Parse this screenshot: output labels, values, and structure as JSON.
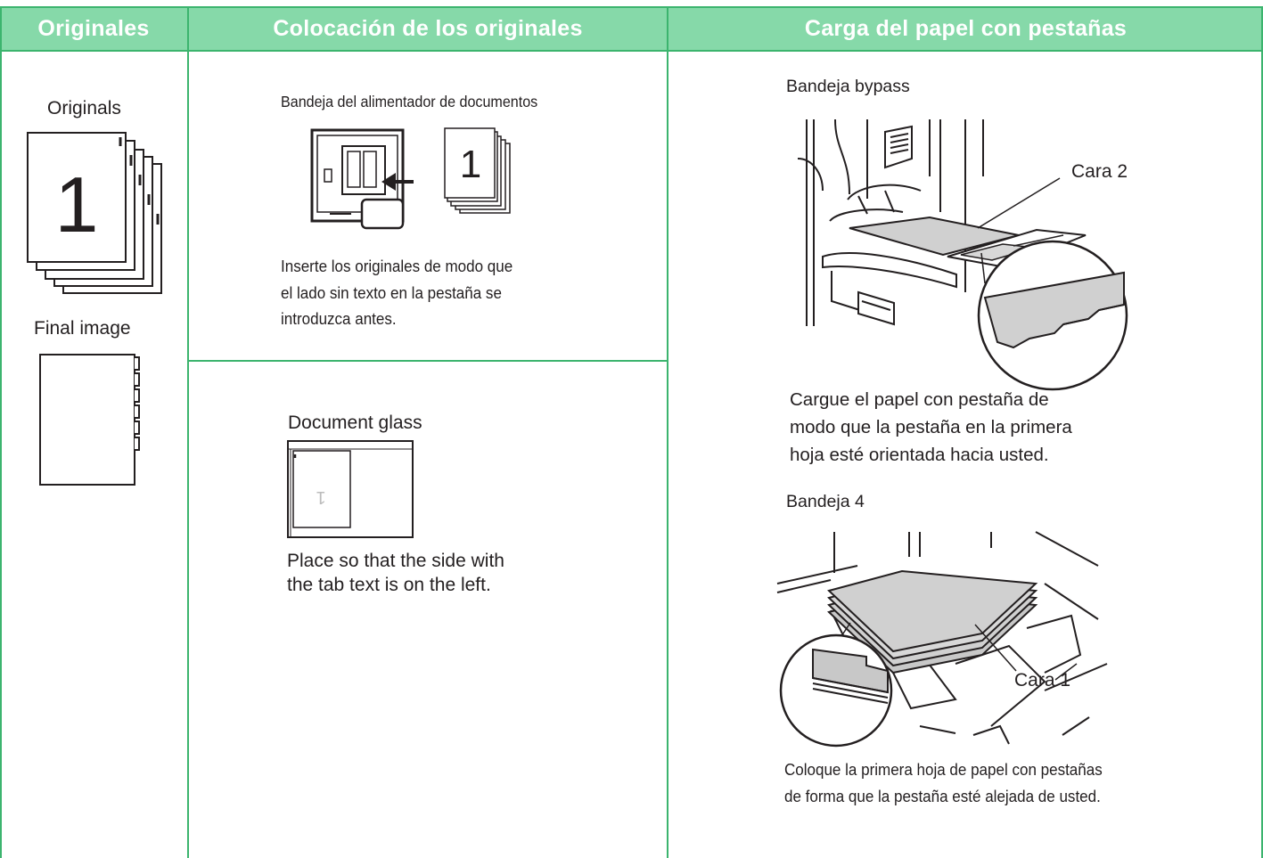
{
  "header": {
    "col1": "Originales",
    "col2": "Colocación de los originales",
    "col3": "Carga del papel con pestañas"
  },
  "col1": {
    "originals_label": "Originals",
    "page_number": "1",
    "final_label": "Final image"
  },
  "col2": {
    "feeder_label": "Bandeja del alimentador de documentos",
    "feeder_page_number": "1",
    "feeder_text": [
      "Inserte los originales de modo que",
      "el lado sin texto en la pestaña se",
      "introduzca antes."
    ],
    "glass_label": "Document glass",
    "glass_text": [
      "Place so that the side with",
      "the tab text is on the left."
    ]
  },
  "col3": {
    "bypass_label": "Bandeja bypass",
    "bypass_callout": "Cara 2",
    "bypass_text": [
      "Cargue el papel con pestaña de",
      "modo que la pestaña en la primera",
      "hoja esté orientada hacia usted."
    ],
    "tray4_label": "Bandeja 4",
    "tray4_callout": "Cara 1",
    "tray4_text": [
      "Coloque la primera hoja de papel con pestañas",
      "de forma que la pestaña esté alejada de usted."
    ]
  },
  "colors": {
    "header_bg": "#86d9a9",
    "border": "#3cb46e",
    "header_text": "#ffffff"
  }
}
